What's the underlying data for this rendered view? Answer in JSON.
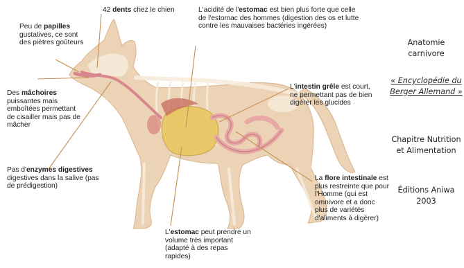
{
  "annotations": {
    "papilles": {
      "pre": "Peu de ",
      "bold": "papilles",
      "post": " gustatives, ce sont des piètres goûteurs"
    },
    "dents": {
      "pre": "42 ",
      "bold": "dents",
      "post": " chez le chien"
    },
    "estomac_acidite": {
      "pre": "L'acidité de l'",
      "bold": "estomac",
      "post": " est bien plus forte que celle de l'estomac des hommes (digestion des os et lutte contre les mauvaises bactéries ingérées)"
    },
    "machoires": {
      "pre": "Des ",
      "bold": "mâchoires",
      "post": " puissantes mais emboîtées permettant de cisailler mais pas de mâcher"
    },
    "intestin": {
      "pre": "L'",
      "bold": "intestin grêle",
      "post": " est court, ne permettant pas de bien digérer les glucides"
    },
    "enzymes": {
      "pre": "Pas d'",
      "bold": "enzymes digestives",
      "post": " digestives dans la salive (pas de prédigestion)"
    },
    "flore": {
      "pre": "La ",
      "bold": "flore intestinale",
      "post": " est plus restreinte que pour l'Homme (qui est omnivore et a donc plus de variétés d'aliments à digérer)"
    },
    "estomac_volume": {
      "pre": "L'",
      "bold": "estomac",
      "post": " peut prendre un volume très important (adapté à des repas rapides)"
    }
  },
  "sidebar": {
    "title": "Anatomie carnivore",
    "source": "« Encyclopédie du Berger Allemand »",
    "chapter": "Chapitre Nutrition et Alimentation",
    "publisher": "Éditions Aniwa 2003"
  },
  "colors": {
    "body": "#ecd3b6",
    "bone": "#f6ecdc",
    "stomach": "#e9c86a",
    "intestine": "#e7a9a6",
    "mouth": "#d9868c",
    "leader": "#c58f52"
  }
}
